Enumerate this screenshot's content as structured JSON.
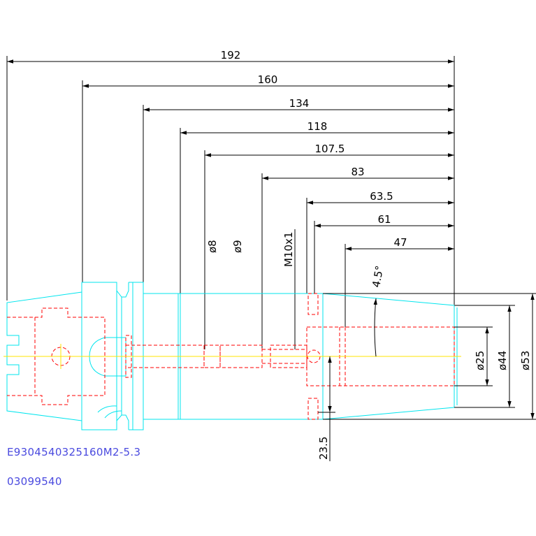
{
  "drawing": {
    "colors": {
      "dimension": "#000000",
      "outline": "#00e5ee",
      "hidden": "#ff0000",
      "centerline": "#ffff00",
      "text_code": "#4a4adf"
    },
    "length_dimensions": [
      "192",
      "160",
      "134",
      "118",
      "107.5",
      "83",
      "63.5",
      "61",
      "47"
    ],
    "hole_labels": [
      "ø8",
      "ø9",
      "M10x1"
    ],
    "angle_label": "4.5°",
    "diameter_labels": [
      "ø25",
      "ø44",
      "ø53"
    ],
    "depth_label": "23.5",
    "part_number": "E9304540325160M2-5.3",
    "order_number": "03099540"
  }
}
